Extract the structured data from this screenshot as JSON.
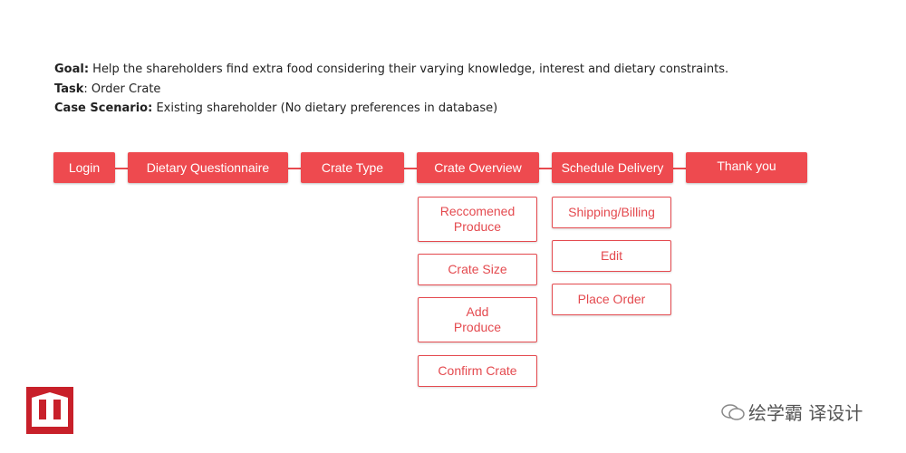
{
  "info": {
    "goal_label": "Goal:",
    "goal_text": " Help the shareholders find extra food considering their varying knowledge, interest and dietary constraints.",
    "task_label": "Task",
    "task_text": ": Order Crate",
    "scenario_label": "Case Scenario:",
    "scenario_text": " Existing shareholder (No dietary preferences in database)"
  },
  "flow": {
    "steps": [
      "Login",
      "Dietary Questionnaire",
      "Crate Type",
      "Crate Overview",
      "Schedule Delivery",
      "Thank you"
    ],
    "crate_overview_items": [
      "Reccomened Produce",
      "Crate Size",
      "Add Produce",
      "Confirm Crate"
    ],
    "schedule_delivery_items": [
      "Shipping/Billing",
      "Edit",
      "Place Order"
    ]
  },
  "watermark": {
    "text": "绘学霸 译设计"
  },
  "colors": {
    "accent": "#ee4a4f",
    "logo": "#c8202a"
  }
}
